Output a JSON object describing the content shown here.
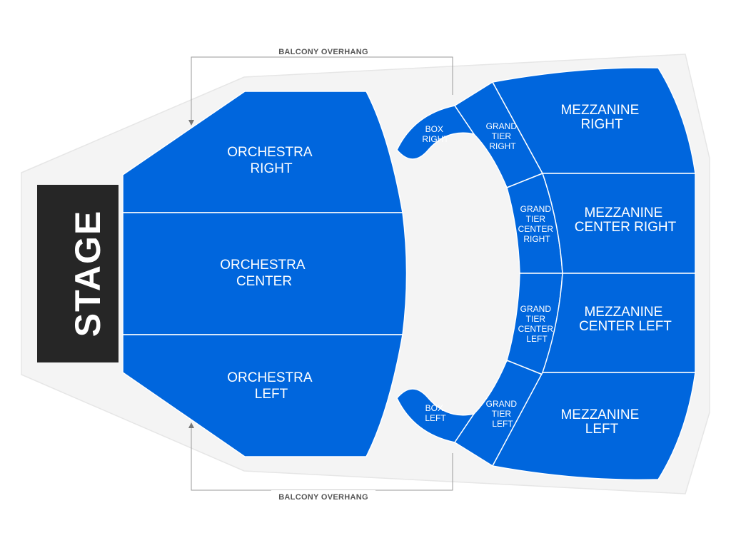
{
  "stage": {
    "label": "STAGE"
  },
  "overhang": {
    "top": "BALCONY OVERHANG",
    "bottom": "BALCONY OVERHANG"
  },
  "sections": {
    "orchestra_right": [
      "ORCHESTRA",
      "RIGHT"
    ],
    "orchestra_center": [
      "ORCHESTRA",
      "CENTER"
    ],
    "orchestra_left": [
      "ORCHESTRA",
      "LEFT"
    ],
    "box_right": [
      "BOX",
      "RIGHT"
    ],
    "box_left": [
      "BOX",
      "LEFT"
    ],
    "grand_tier_right": [
      "GRAND",
      "TIER",
      "RIGHT"
    ],
    "grand_tier_center_right": [
      "GRAND",
      "TIER",
      "CENTER",
      "RIGHT"
    ],
    "grand_tier_center_left": [
      "GRAND",
      "TIER",
      "CENTER",
      "LEFT"
    ],
    "grand_tier_left": [
      "GRAND",
      "TIER",
      "LEFT"
    ],
    "mezzanine_right": [
      "MEZZANINE",
      "RIGHT"
    ],
    "mezzanine_center_right": [
      "MEZZANINE",
      "CENTER RIGHT"
    ],
    "mezzanine_center_left": [
      "MEZZANINE",
      "CENTER LEFT"
    ],
    "mezzanine_left": [
      "MEZZANINE",
      "LEFT"
    ]
  },
  "colors": {
    "section": "#0066dd",
    "stage": "#262626",
    "venue_floor": "#f4f4f4",
    "venue_outline": "#e6e6e6",
    "overhang_line": "#9a9a9a"
  }
}
